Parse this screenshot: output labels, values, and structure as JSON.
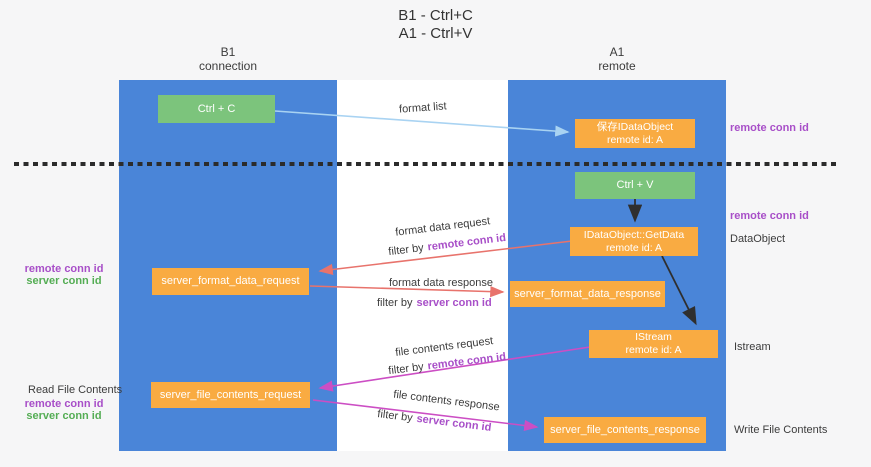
{
  "title": {
    "line1": "B1 - Ctrl+C",
    "line2": "A1 - Ctrl+V"
  },
  "lifelines": {
    "b1": {
      "name": "B1",
      "subtitle": "connection"
    },
    "a1": {
      "name": "A1",
      "subtitle": "remote"
    }
  },
  "nodes": {
    "ctrl_c": {
      "label": "Ctrl + C"
    },
    "save_idataobject": {
      "line1": "保存IDataObject",
      "line2": "remote id: A"
    },
    "ctrl_v": {
      "label": "Ctrl + V"
    },
    "idataobject_getdata": {
      "line1": "IDataObject::GetData",
      "line2": "remote id: A"
    },
    "server_format_data_request": {
      "label": "server_format_data_request"
    },
    "server_format_data_response": {
      "label": "server_format_data_response"
    },
    "istream": {
      "line1": "IStream",
      "line2": "remote id: A"
    },
    "server_file_contents_request": {
      "label": "server_file_contents_request"
    },
    "server_file_contents_response": {
      "label": "server_file_contents_response"
    }
  },
  "arrow_labels": {
    "format_list": "format list",
    "format_data_request": "format data request",
    "format_data_response": "format data response",
    "file_contents_request": "file contents request",
    "file_contents_response": "file contents response",
    "filter_by": "filter by",
    "remote_conn_id": "remote conn id",
    "server_conn_id": "server conn id"
  },
  "side_labels": {
    "remote_conn_id": "remote conn id",
    "server_conn_id": "server conn id",
    "dataobject": "DataObject",
    "istream": "Istream",
    "read_file_contents": "Read File Contents",
    "write_file_contents": "Write File Contents"
  },
  "colors": {
    "lifeline_blue": "#4a85d8",
    "node_green": "#7cc47c",
    "node_orange": "#f9ab42",
    "arrow_lightblue": "#a9d3f2",
    "arrow_red": "#e8736c",
    "arrow_magenta": "#cc4ec4",
    "arrow_black": "#2f2f2f",
    "dashed_line_black": "#2b2b2b",
    "text_purple": "#a84fc8",
    "text_green": "#54ad54"
  }
}
